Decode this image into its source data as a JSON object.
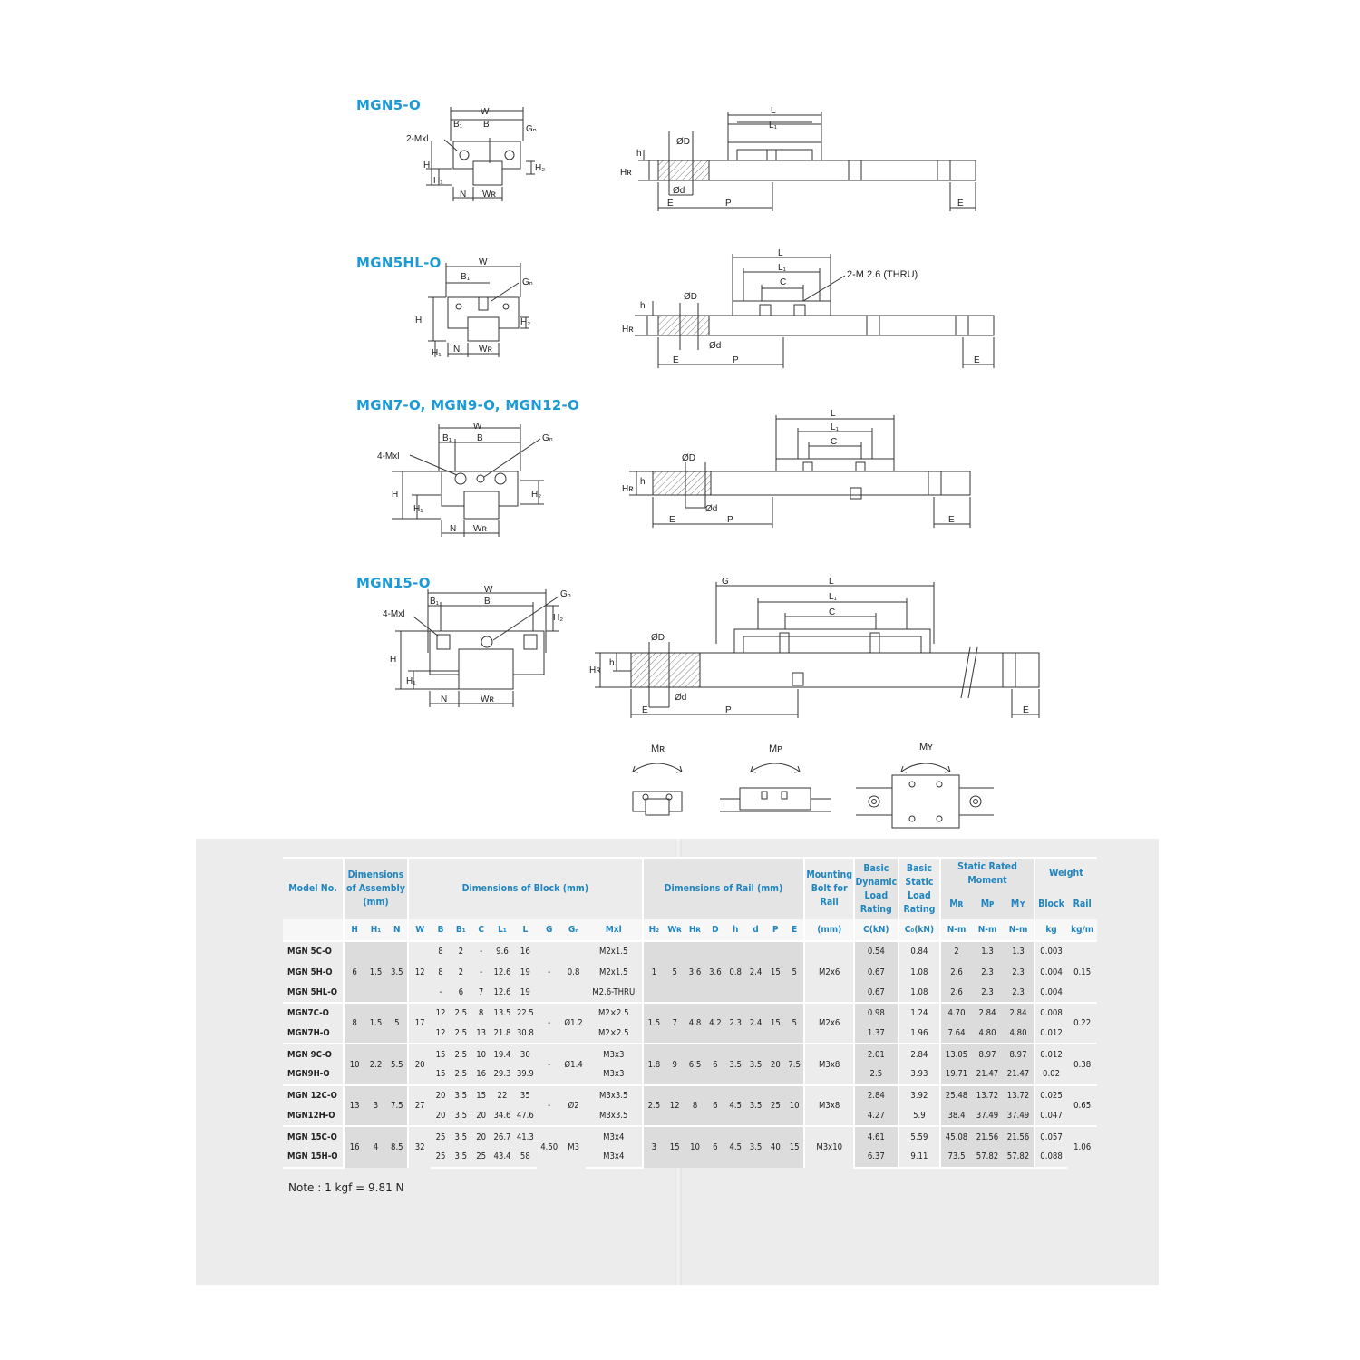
{
  "diagrams": {
    "series": [
      {
        "title": "MGN5-O"
      },
      {
        "title": "MGN5HL-O"
      },
      {
        "title": "MGN7-O, MGN9-O, MGN12-O"
      },
      {
        "title": "MGN15-O"
      }
    ],
    "labels": {
      "W": "W",
      "B": "B",
      "B1": "B₁",
      "Gn": "Gₙ",
      "H": "H",
      "H1": "H₁",
      "H2": "H₂",
      "N": "N",
      "WR": "Wʀ",
      "L": "L",
      "L1": "L₁",
      "C": "C",
      "h": "h",
      "HR": "Hʀ",
      "OD": "ØD",
      "od": "Ød",
      "E": "E",
      "P": "P",
      "G": "G",
      "mx2": "2-Mxl",
      "mx4": "4-Mxl",
      "thru": "2-M 2.6 (THRU)"
    },
    "moments": [
      {
        "label": "Mʀ"
      },
      {
        "label": "Mᴘ"
      },
      {
        "label": "Mʏ"
      }
    ]
  },
  "table": {
    "headers": {
      "model": "Model No.",
      "assembly": "Dimensions of Assembly (mm)",
      "block": "Dimensions of Block (mm)",
      "rail": "Dimensions of Rail (mm)",
      "bolt": "Mounting Bolt for Rail",
      "dynamic": "Basic Dynamic Load Rating",
      "static": "Basic Static Load Rating",
      "moment": "Static Rated Moment",
      "weight": "Weight",
      "mr": "Mʀ",
      "mp": "Mᴘ",
      "my": "Mʏ",
      "block_w": "Block",
      "rail_w": "Rail"
    },
    "units": [
      "H",
      "H₁",
      "N",
      "W",
      "B",
      "B₁",
      "C",
      "L₁",
      "L",
      "G",
      "Gₙ",
      "Mxl",
      "H₂",
      "Wʀ",
      "Hʀ",
      "D",
      "h",
      "d",
      "P",
      "E",
      "(mm)",
      "C(kN)",
      "C₀(kN)",
      "N-m",
      "N-m",
      "N-m",
      "kg",
      "kg/m"
    ],
    "groups": [
      {
        "H": "6",
        "H1": "1.5",
        "N": "3.5",
        "W": "12",
        "G": "-",
        "Gn": "0.8",
        "H2": "1",
        "WR": "5",
        "HR": "3.6",
        "D": "3.6",
        "h": "0.8",
        "d": "2.4",
        "P": "15",
        "E": "5",
        "bolt": "M2x6",
        "rail_kg": "0.15",
        "rows": [
          {
            "model": "MGN 5C-O",
            "B": "8",
            "B1": "2",
            "C": "-",
            "L1": "9.6",
            "L": "16",
            "Mxl": "M2x1.5",
            "Cdyn": "0.54",
            "C0": "0.84",
            "MR": "2",
            "MP": "1.3",
            "MY": "1.3",
            "block_kg": "0.003"
          },
          {
            "model": "MGN 5H-O",
            "B": "8",
            "B1": "2",
            "C": "-",
            "L1": "12.6",
            "L": "19",
            "Mxl": "M2x1.5",
            "Cdyn": "0.67",
            "C0": "1.08",
            "MR": "2.6",
            "MP": "2.3",
            "MY": "2.3",
            "block_kg": "0.004"
          },
          {
            "model": "MGN 5HL-O",
            "B": "-",
            "B1": "6",
            "C": "7",
            "L1": "12.6",
            "L": "19",
            "Mxl": "M2.6-THRU",
            "Cdyn": "0.67",
            "C0": "1.08",
            "MR": "2.6",
            "MP": "2.3",
            "MY": "2.3",
            "block_kg": "0.004"
          }
        ]
      },
      {
        "H": "8",
        "H1": "1.5",
        "N": "5",
        "W": "17",
        "G": "-",
        "Gn": "Ø1.2",
        "H2": "1.5",
        "WR": "7",
        "HR": "4.8",
        "D": "4.2",
        "h": "2.3",
        "d": "2.4",
        "P": "15",
        "E": "5",
        "bolt": "M2x6",
        "rail_kg": "0.22",
        "rows": [
          {
            "model": "MGN7C-O",
            "B": "12",
            "B1": "2.5",
            "C": "8",
            "L1": "13.5",
            "L": "22.5",
            "Mxl": "M2×2.5",
            "Cdyn": "0.98",
            "C0": "1.24",
            "MR": "4.70",
            "MP": "2.84",
            "MY": "2.84",
            "block_kg": "0.008"
          },
          {
            "model": "MGN7H-O",
            "B": "12",
            "B1": "2.5",
            "C": "13",
            "L1": "21.8",
            "L": "30.8",
            "Mxl": "M2×2.5",
            "Cdyn": "1.37",
            "C0": "1.96",
            "MR": "7.64",
            "MP": "4.80",
            "MY": "4.80",
            "block_kg": "0.012"
          }
        ]
      },
      {
        "H": "10",
        "H1": "2.2",
        "N": "5.5",
        "W": "20",
        "G": "-",
        "Gn": "Ø1.4",
        "H2": "1.8",
        "WR": "9",
        "HR": "6.5",
        "D": "6",
        "h": "3.5",
        "d": "3.5",
        "P": "20",
        "E": "7.5",
        "bolt": "M3x8",
        "rail_kg": "0.38",
        "rows": [
          {
            "model": "MGN 9C-O",
            "B": "15",
            "B1": "2.5",
            "C": "10",
            "L1": "19.4",
            "L": "30",
            "Mxl": "M3x3",
            "Cdyn": "2.01",
            "C0": "2.84",
            "MR": "13.05",
            "MP": "8.97",
            "MY": "8.97",
            "block_kg": "0.012"
          },
          {
            "model": "MGN9H-O",
            "B": "15",
            "B1": "2.5",
            "C": "16",
            "L1": "29.3",
            "L": "39.9",
            "Mxl": "M3x3",
            "Cdyn": "2.5",
            "C0": "3.93",
            "MR": "19.71",
            "MP": "21.47",
            "MY": "21.47",
            "block_kg": "0.02"
          }
        ]
      },
      {
        "H": "13",
        "H1": "3",
        "N": "7.5",
        "W": "27",
        "G": "-",
        "Gn": "Ø2",
        "H2": "2.5",
        "WR": "12",
        "HR": "8",
        "D": "6",
        "h": "4.5",
        "d": "3.5",
        "P": "25",
        "E": "10",
        "bolt": "M3x8",
        "rail_kg": "0.65",
        "rows": [
          {
            "model": "MGN 12C-O",
            "B": "20",
            "B1": "3.5",
            "C": "15",
            "L1": "22",
            "L": "35",
            "Mxl": "M3x3.5",
            "Cdyn": "2.84",
            "C0": "3.92",
            "MR": "25.48",
            "MP": "13.72",
            "MY": "13.72",
            "block_kg": "0.025"
          },
          {
            "model": "MGN12H-O",
            "B": "20",
            "B1": "3.5",
            "C": "20",
            "L1": "34.6",
            "L": "47.6",
            "Mxl": "M3x3.5",
            "Cdyn": "4.27",
            "C0": "5.9",
            "MR": "38.4",
            "MP": "37.49",
            "MY": "37.49",
            "block_kg": "0.047"
          }
        ]
      },
      {
        "H": "16",
        "H1": "4",
        "N": "8.5",
        "W": "32",
        "G": "4.50",
        "Gn": "M3",
        "H2": "3",
        "WR": "15",
        "HR": "10",
        "D": "6",
        "h": "4.5",
        "d": "3.5",
        "P": "40",
        "E": "15",
        "bolt": "M3x10",
        "rail_kg": "1.06",
        "rows": [
          {
            "model": "MGN 15C-O",
            "B": "25",
            "B1": "3.5",
            "C": "20",
            "L1": "26.7",
            "L": "41.3",
            "Mxl": "M3x4",
            "Cdyn": "4.61",
            "C0": "5.59",
            "MR": "45.08",
            "MP": "21.56",
            "MY": "21.56",
            "block_kg": "0.057"
          },
          {
            "model": "MGN 15H-O",
            "B": "25",
            "B1": "3.5",
            "C": "25",
            "L1": "43.4",
            "L": "58",
            "Mxl": "M3x4",
            "Cdyn": "6.37",
            "C0": "9.11",
            "MR": "73.5",
            "MP": "57.82",
            "MY": "57.82",
            "block_kg": "0.088"
          }
        ]
      }
    ],
    "note": "Note : 1 kgf = 9.81 N"
  }
}
